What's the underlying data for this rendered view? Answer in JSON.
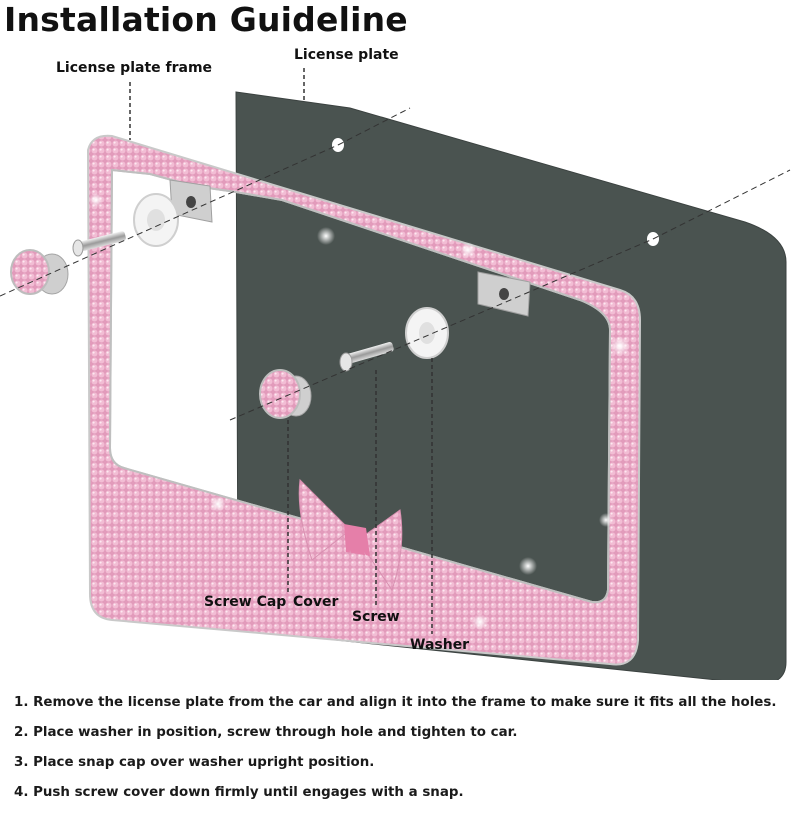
{
  "title": "Installation Guideline",
  "labels": {
    "frame": "License plate frame",
    "plate": "License plate",
    "screw_cap": "Screw Cap",
    "cover": "Cover",
    "screw": "Screw",
    "washer": "Washer"
  },
  "steps": [
    "1. Remove the license plate from the car and align it into the frame to make sure it fits all the holes.",
    "2. Place washer in position, screw through hole and tighten to car.",
    "3. Place snap cap over washer upright position.",
    "4. Push screw cover down firmly until engages with a snap."
  ],
  "colors": {
    "plate": "#4a5350",
    "frame_pink": "#e9a6c3",
    "frame_pink_dark": "#c97da0",
    "chrome": "#c8c8c8",
    "text": "#111111"
  }
}
